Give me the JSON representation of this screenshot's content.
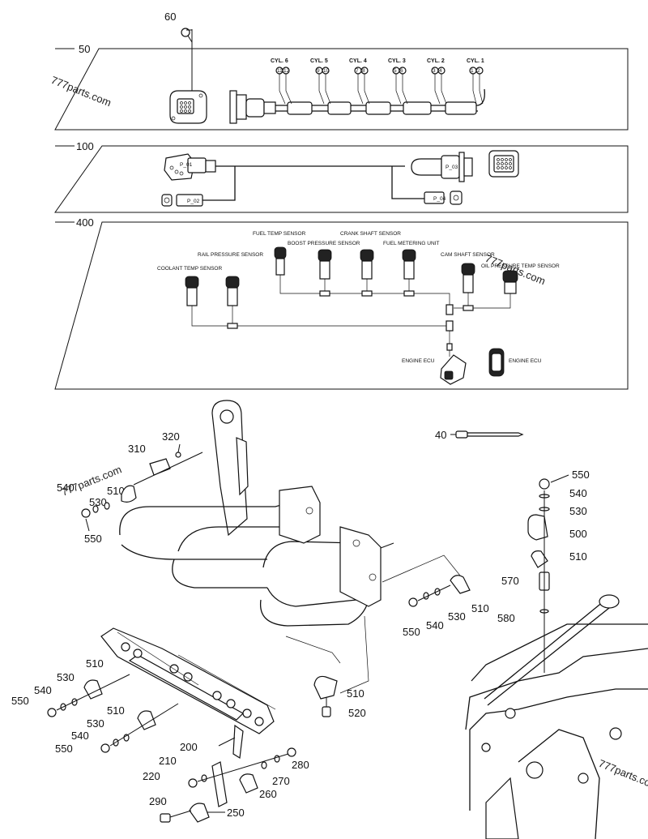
{
  "callouts": {
    "c60": "60",
    "c50": "50",
    "c100": "100",
    "c400": "400",
    "c40": "40",
    "c320": "320",
    "c310": "310",
    "c510a": "510",
    "c530a": "530",
    "c540a": "540",
    "c550a": "550",
    "c550b": "550",
    "c540b": "540",
    "c530b": "530",
    "c500": "500",
    "c510b": "510",
    "c570": "570",
    "c580": "580",
    "c510c": "510",
    "c530c": "530",
    "c540c": "540",
    "c550c": "550",
    "c510d": "510",
    "c520": "520",
    "c510e": "510",
    "c530d": "530",
    "c540d": "540",
    "c550d": "550",
    "c510f": "510",
    "c530e": "530",
    "c540e": "540",
    "c550e": "550",
    "c200": "200",
    "c210": "210",
    "c220": "220",
    "c280": "280",
    "c270": "270",
    "c260": "260",
    "c250": "250",
    "c290": "290"
  },
  "harness50": {
    "cylinders": [
      "CYL. 6",
      "CYL. 5",
      "CYL. 4",
      "CYL. 3",
      "CYL. 2",
      "CYL. 1"
    ],
    "pins": [
      [
        "11",
        "12"
      ],
      [
        "9",
        "10"
      ],
      [
        "7",
        "8"
      ],
      [
        "5",
        "6"
      ],
      [
        "3",
        "4"
      ],
      [
        "1",
        "2"
      ]
    ]
  },
  "harness100": {
    "tag1": "P_01",
    "tag2": "P_02",
    "tag3": "P_03",
    "tag4": "P_04"
  },
  "sensors": {
    "fuel_temp": "FUEL TEMP SENSOR",
    "crank_shaft": "CRANK SHAFT SENSOR",
    "boost_pressure": "BOOST PRESSURE SENSOR",
    "fuel_metering": "FUEL METERING UNIT",
    "rail_pressure": "RAIL PRESSURE SENSOR",
    "cam_shaft": "CAM SHAFT SENSOR",
    "oil_pressure_temp": "OIL PRESSURE TEMP SENSOR",
    "coolant_temp": "COOLANT TEMP SENSOR",
    "engine_ecu_1": "ENGINE ECU",
    "engine_ecu_2": "ENGINE ECU"
  },
  "watermarks": {
    "w1": "777parts.com",
    "w2": "777parts.com",
    "w3": "777parts.com",
    "w4": "777parts.com"
  },
  "colors": {
    "line": "#111111",
    "background": "#ffffff"
  }
}
